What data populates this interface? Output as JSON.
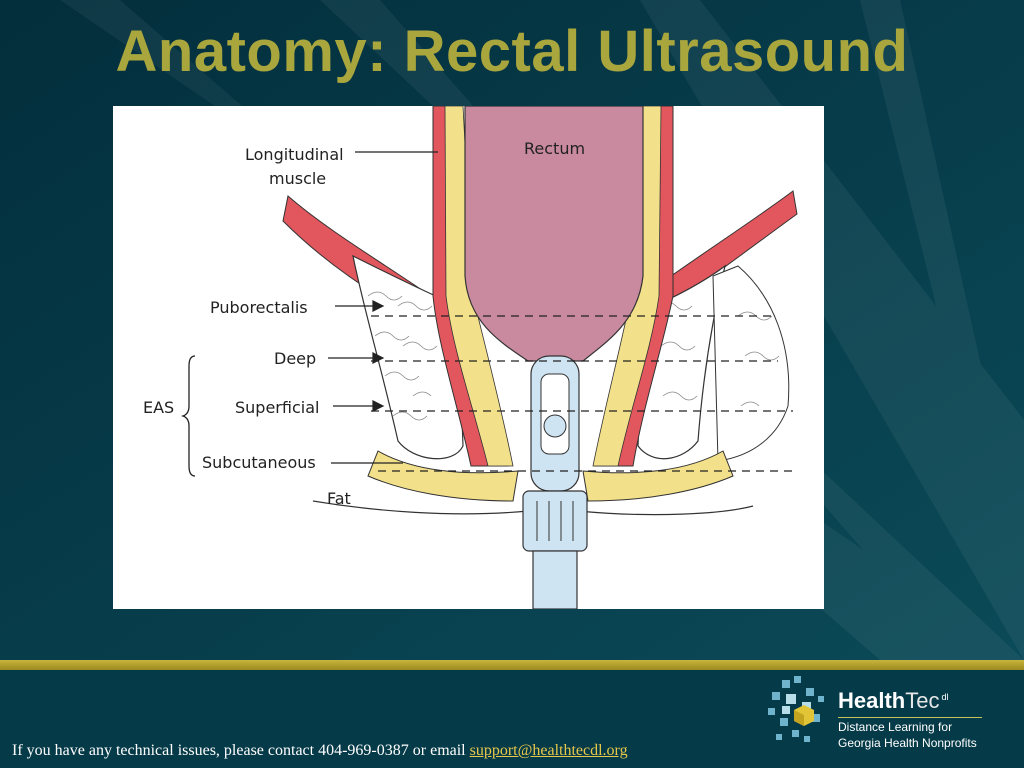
{
  "slide": {
    "title": "Anatomy: Rectal Ultrasound"
  },
  "diagram": {
    "labels": {
      "rectum": "Rectum",
      "longitudinal_line1": "Longitudinal",
      "longitudinal_line2": "muscle",
      "puborectalis": "Puborectalis",
      "deep": "Deep",
      "eas": "EAS",
      "superficial": "Superficial",
      "subcutaneous": "Subcutaneous",
      "fat": "Fat"
    },
    "colors": {
      "rectum": "#c98aa0",
      "muscle_red": "#e2565e",
      "fat_yellow": "#f3e08a",
      "probe": "#cfe4f2",
      "outline": "#333333"
    }
  },
  "footer": {
    "contact_text": "If you have any technical issues, please contact 404-969-0387 or email ",
    "contact_email": "support@healthtecdl.org"
  },
  "logo": {
    "name_bold": "Health",
    "name_regular": "Tec",
    "name_sup": "dl",
    "tagline_1": "Distance Learning for",
    "tagline_2": "Georgia Health Nonprofits"
  },
  "theme": {
    "background": "#033545",
    "title_color": "#a9a63e",
    "rule_color": "#c9b53c",
    "link_color": "#e8c84a"
  }
}
